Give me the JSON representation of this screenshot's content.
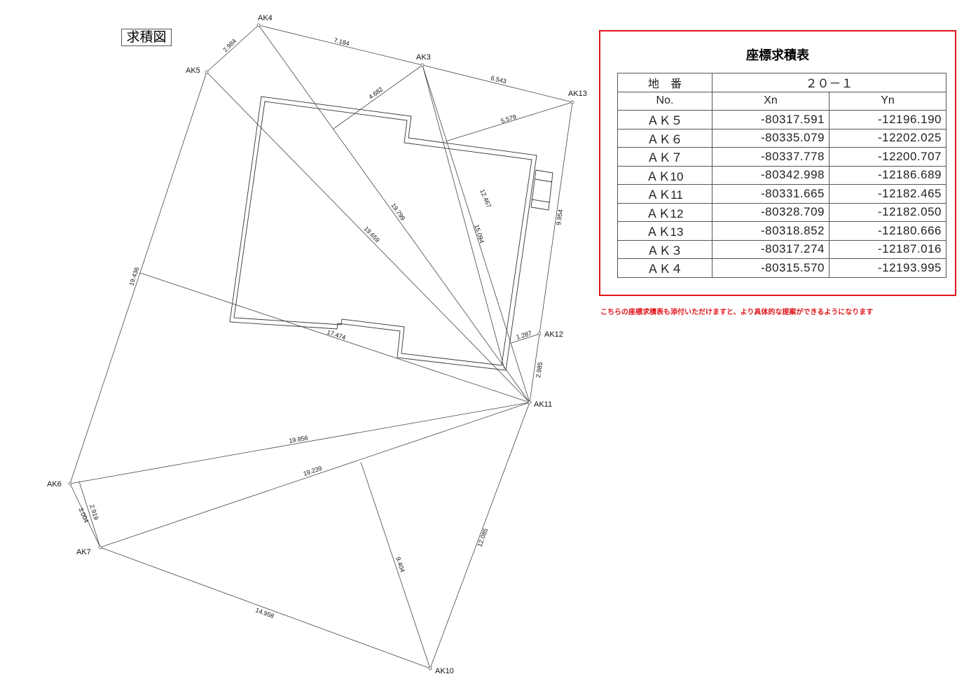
{
  "figure_title": "求積図",
  "points": {
    "AK4": "AK4",
    "AK5": "AK5",
    "AK3": "AK3",
    "AK13": "AK13",
    "AK12": "AK12",
    "AK11": "AK11",
    "AK6": "AK6",
    "AK7": "AK7",
    "AK10": "AK10"
  },
  "distances": {
    "ak4_ak5": "2.984",
    "ak4_ak3": "7.184",
    "ak3_ak13": "6.543",
    "ak3_perp": "4.682",
    "ak13_perp": "5.579",
    "ak13_ak12": "9.954",
    "ak3_bld": "12.467",
    "ak3_ak11": "15.094",
    "ak4_ak11": "19.799",
    "ak5_ak11": "19.659",
    "ak5_ak6": "19.436",
    "perp_17": "17.474",
    "ak12_perp": "1.287",
    "ak12_ak11": "2.985",
    "ak6_ak11": "19.856",
    "ak7_ak11": "19.239",
    "ak6_ak7": "3.004",
    "ak7_perp": "2.919",
    "ak10_perp": "9.404",
    "ak10_ak11": "12.085",
    "ak7_ak10": "14.958"
  },
  "table": {
    "title": "座標求積表",
    "parcel_label": "地　番",
    "parcel_value": "２０－１",
    "headers": [
      "No.",
      "Xn",
      "Yn"
    ],
    "rows": [
      {
        "no": "ＡＫ５",
        "x": "-80317.591",
        "y": "-12196.190"
      },
      {
        "no": "ＡＫ６",
        "x": "-80335.079",
        "y": "-12202.025"
      },
      {
        "no": "ＡＫ７",
        "x": "-80337.778",
        "y": "-12200.707"
      },
      {
        "no": "ＡＫ10",
        "x": "-80342.998",
        "y": "-12186.689"
      },
      {
        "no": "ＡＫ11",
        "x": "-80331.665",
        "y": "-12182.465"
      },
      {
        "no": "ＡＫ12",
        "x": "-80328.709",
        "y": "-12182.050"
      },
      {
        "no": "ＡＫ13",
        "x": "-80318.852",
        "y": "-12180.666"
      },
      {
        "no": "ＡＫ３",
        "x": "-80317.274",
        "y": "-12187.016"
      },
      {
        "no": "ＡＫ４",
        "x": "-80315.570",
        "y": "-12193.995"
      }
    ]
  },
  "note": "こちらの座標求積表も添付いただけますと、より具体的な提案ができるようになります",
  "colors": {
    "accent": "#e0161b"
  }
}
